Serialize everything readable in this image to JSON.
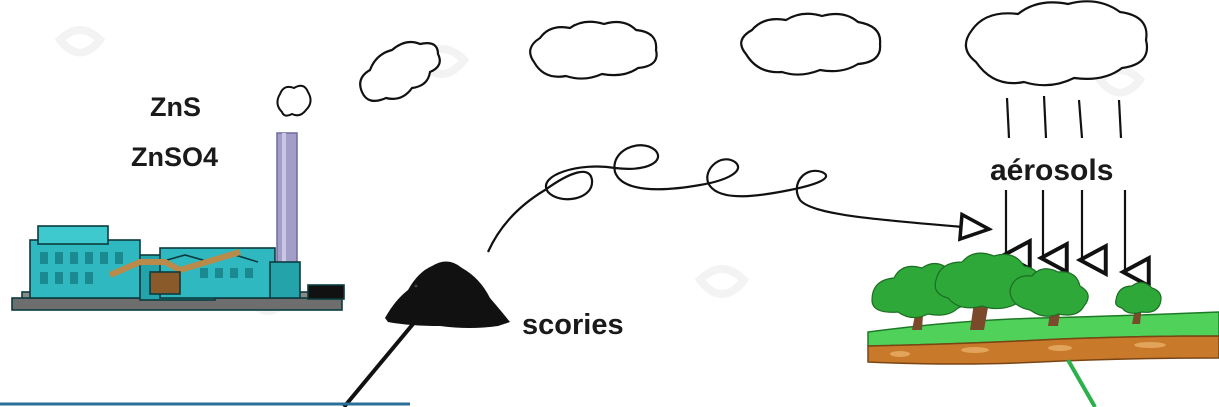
{
  "labels": {
    "zns": "ZnS",
    "znso4": "ZnSO4",
    "aerosols": "aérosols",
    "scories": "scories"
  },
  "colors": {
    "factory": "#2fb8bf",
    "chimney": "#a39ec8",
    "slag": "#111111",
    "foliage": "#2fa83a",
    "soil": "#c8792a",
    "ground": "#4fd15a",
    "bottom_line": "#2a6f9a"
  }
}
